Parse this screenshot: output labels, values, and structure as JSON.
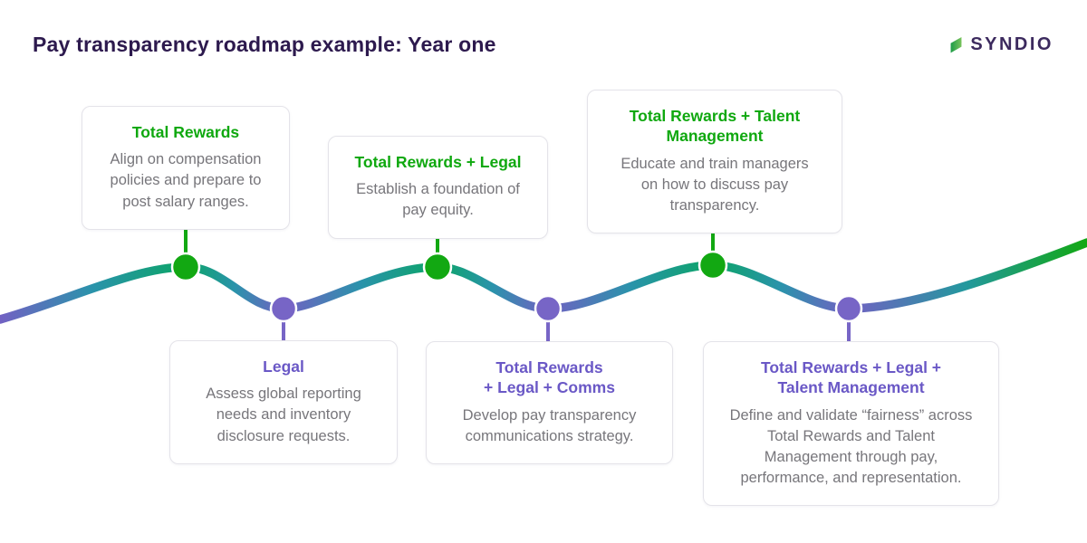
{
  "page": {
    "title": "Pay transparency roadmap example: Year one"
  },
  "logo": {
    "text": "SYNDIO",
    "icon": "syndio-s-mark-icon"
  },
  "colors": {
    "title_text": "#2d1a4e",
    "green_accent": "#12a812",
    "purple_accent": "#6a58c6",
    "purple_dot": "#7765c6",
    "teal_wave": "#2a93ab",
    "body_text": "#77767b",
    "card_border": "#e4e3e9"
  },
  "milestones": [
    {
      "id": "total-rewards",
      "position": "top",
      "color": "green",
      "title": "Total Rewards",
      "description": "Align on compensation policies and prepare to post salary ranges."
    },
    {
      "id": "legal",
      "position": "bottom",
      "color": "purple",
      "title": "Legal",
      "description": "Assess global reporting needs and inventory disclosure requests."
    },
    {
      "id": "total-rewards-legal",
      "position": "top",
      "color": "green",
      "title": "Total Rewards + Legal",
      "description": "Establish a foundation of pay equity."
    },
    {
      "id": "total-rewards-legal-comms",
      "position": "bottom",
      "color": "purple",
      "title": "Total Rewards\n+ Legal + Comms",
      "description": "Develop pay transparency communications strategy."
    },
    {
      "id": "total-rewards-talent-management",
      "position": "top",
      "color": "green",
      "title": "Total Rewards + Talent\nManagement",
      "description": "Educate and train managers on how to discuss pay transparency."
    },
    {
      "id": "total-rewards-legal-talent-management",
      "position": "bottom",
      "color": "purple",
      "title": "Total Rewards + Legal +\nTalent Management",
      "description": "Define and validate “fairness” across Total Rewards and Talent Management through pay, performance, and representation."
    }
  ]
}
